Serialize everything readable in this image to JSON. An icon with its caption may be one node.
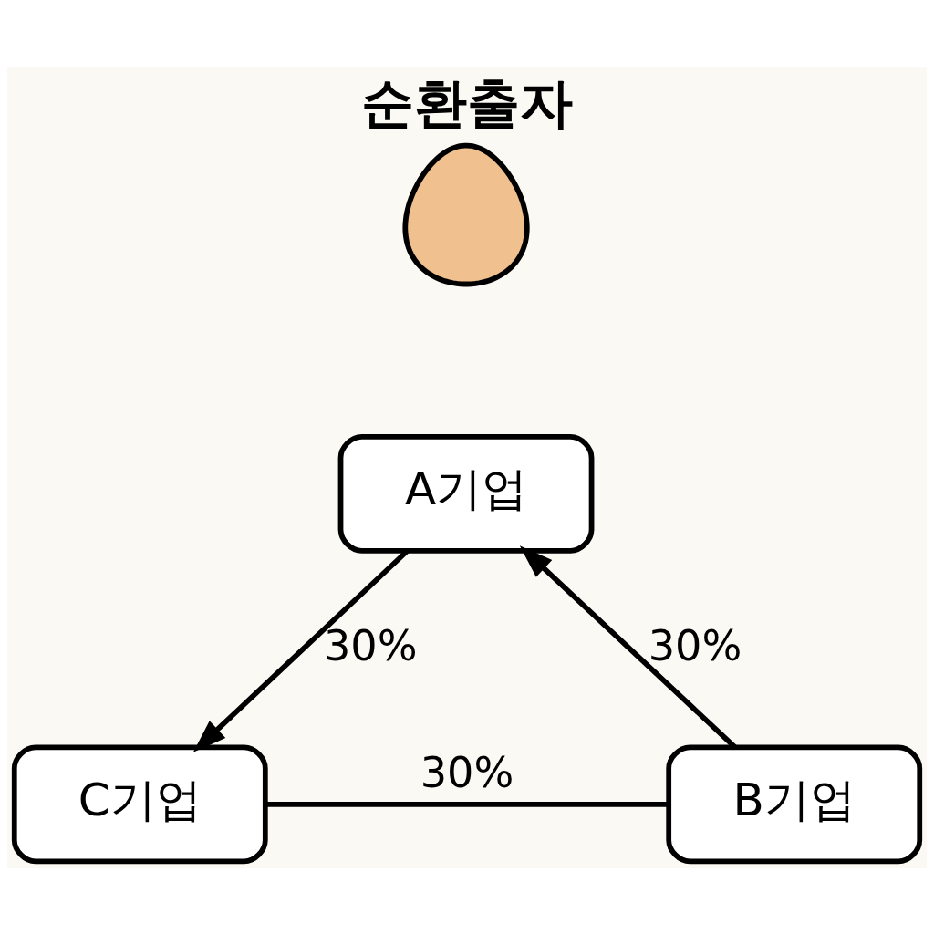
{
  "diagram": {
    "title": "순환출자",
    "nodes": [
      {
        "text": [],
        "shape": "person"
      },
      {
        "text": [
          "A기업"
        ]
      },
      {
        "text": [
          "B기업"
        ]
      },
      {
        "text": [
          "C기업"
        ]
      }
    ],
    "edges": [
      {
        "from": 2,
        "to": 1,
        "arrow": "to",
        "label": "30%"
      },
      {
        "from": 1,
        "to": 3,
        "arrow": "to",
        "label": "30%"
      },
      {
        "from": 3,
        "to": 2,
        "arrow": "none",
        "label": "30%"
      }
    ]
  }
}
